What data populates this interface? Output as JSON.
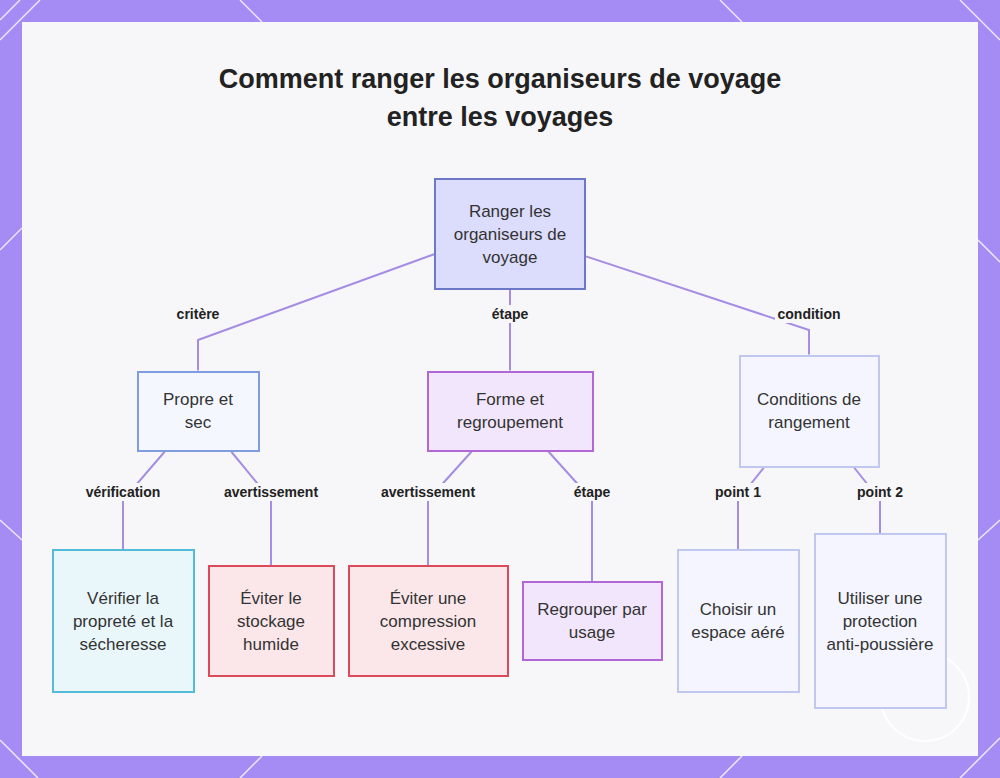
{
  "diagram": {
    "title": "Comment ranger les organiseurs de voyage entre les voyages",
    "nodes": [
      {
        "text": [
          "Ranger les organiseurs de voyage"
        ]
      },
      {
        "text": [
          "Propre et sec"
        ]
      },
      {
        "text": [
          "Forme et regroupement"
        ]
      },
      {
        "text": [
          "Conditions de rangement"
        ]
      },
      {
        "text": [
          "Vérifier la propreté et la sécheresse"
        ]
      },
      {
        "text": [
          "Éviter le stockage humide"
        ]
      },
      {
        "text": [
          "Éviter une compression excessive"
        ]
      },
      {
        "text": [
          "Regrouper par usage"
        ]
      },
      {
        "text": [
          "Choisir un espace aéré"
        ]
      },
      {
        "text": [
          "Utiliser une protection anti-poussière"
        ]
      }
    ],
    "edges": [
      {
        "from": 0,
        "to": 1,
        "arrow": "none",
        "label": "critère"
      },
      {
        "from": 0,
        "to": 2,
        "arrow": "none",
        "label": "étape"
      },
      {
        "from": 0,
        "to": 3,
        "arrow": "none",
        "label": "condition"
      },
      {
        "from": 1,
        "to": 4,
        "arrow": "none",
        "label": "vérification"
      },
      {
        "from": 1,
        "to": 5,
        "arrow": "none",
        "label": "avertissement"
      },
      {
        "from": 2,
        "to": 6,
        "arrow": "none",
        "label": "avertissement"
      },
      {
        "from": 2,
        "to": 7,
        "arrow": "none",
        "label": "étape"
      },
      {
        "from": 3,
        "to": 8,
        "arrow": "none",
        "label": "point 1"
      },
      {
        "from": 3,
        "to": 9,
        "arrow": "none",
        "label": "point 2"
      }
    ]
  }
}
